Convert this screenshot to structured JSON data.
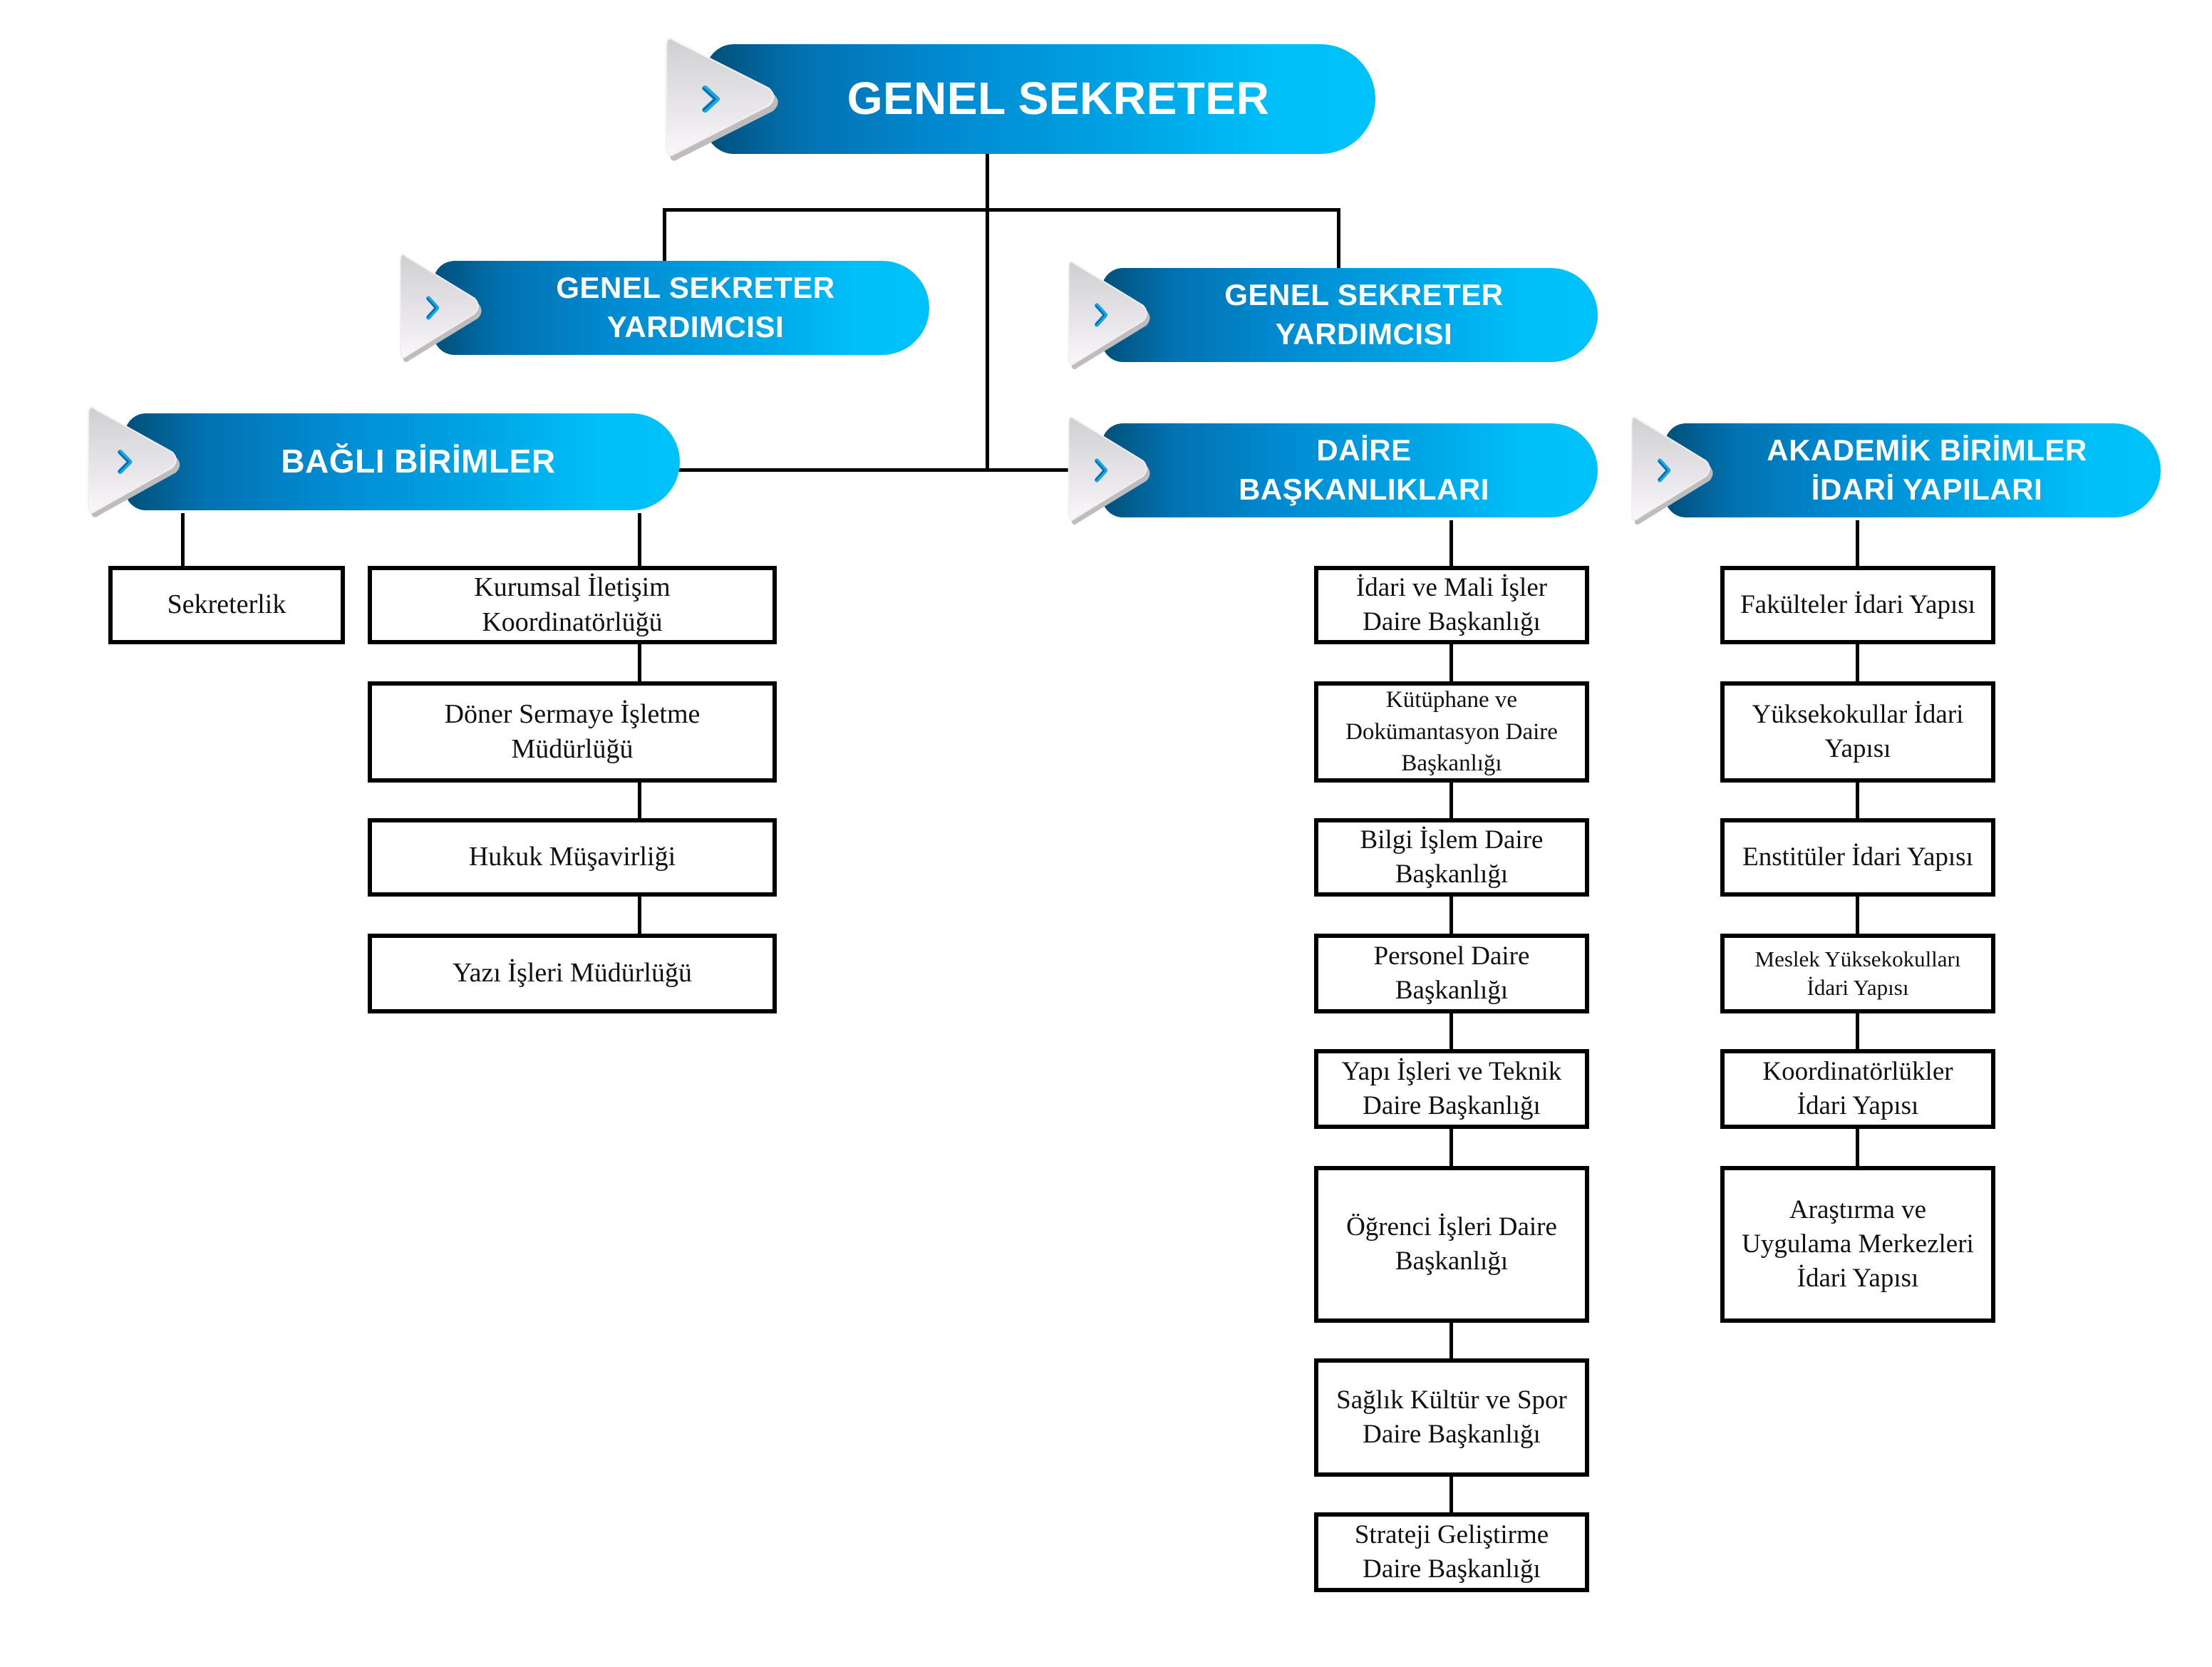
{
  "title": "Genel Sekreterlik Organizasyon Şeması",
  "colors": {
    "banner_dark": "#014f78",
    "banner_light": "#00c2fb",
    "chevron": "#1aa7e0",
    "connector": "#000000"
  },
  "root": {
    "label": "GENEL SEKRETER",
    "icon": "chevron-right-icon"
  },
  "deputies": [
    {
      "label": "GENEL SEKRETER\nYARDIMCISI",
      "icon": "chevron-right-icon"
    },
    {
      "label": "GENEL SEKRETER\nYARDIMCISI",
      "icon": "chevron-right-icon"
    }
  ],
  "groups": {
    "bagli_birimler": {
      "label": "BAĞLI BİRİMLER",
      "icon": "chevron-right-icon",
      "side_unit": "Sekreterlik",
      "units": [
        "Kurumsal İletişim\nKoordinatörlüğü",
        "Döner Sermaye İşletme\nMüdürlüğü",
        "Hukuk Müşavirliği",
        "Yazı İşleri Müdürlüğü"
      ]
    },
    "daire_baskanliklari": {
      "label": "DAİRE\nBAŞKANLIKLARI",
      "icon": "chevron-right-icon",
      "units": [
        "İdari ve Mali İşler\nDaire Başkanlığı",
        "Kütüphane ve\nDokümantasyon Daire\nBaşkanlığı",
        "Bilgi İşlem Daire\nBaşkanlığı",
        "Personel Daire\nBaşkanlığı",
        "Yapı İşleri ve Teknik\nDaire Başkanlığı",
        "Öğrenci İşleri Daire\nBaşkanlığı",
        "Sağlık Kültür ve Spor\nDaire Başkanlığı",
        "Strateji Geliştirme\nDaire Başkanlığı"
      ]
    },
    "akademik_birimler": {
      "label": "AKADEMİK BİRİMLER\nİDARİ YAPILARI",
      "icon": "chevron-right-icon",
      "units": [
        "Fakülteler İdari Yapısı",
        "Yüksekokullar İdari\nYapısı",
        "Enstitüler İdari Yapısı",
        "Meslek Yüksekokulları\nİdari Yapısı",
        "Koordinatörlükler\nİdari Yapısı",
        "Araştırma ve\nUygulama Merkezleri\nİdari Yapısı"
      ]
    }
  }
}
